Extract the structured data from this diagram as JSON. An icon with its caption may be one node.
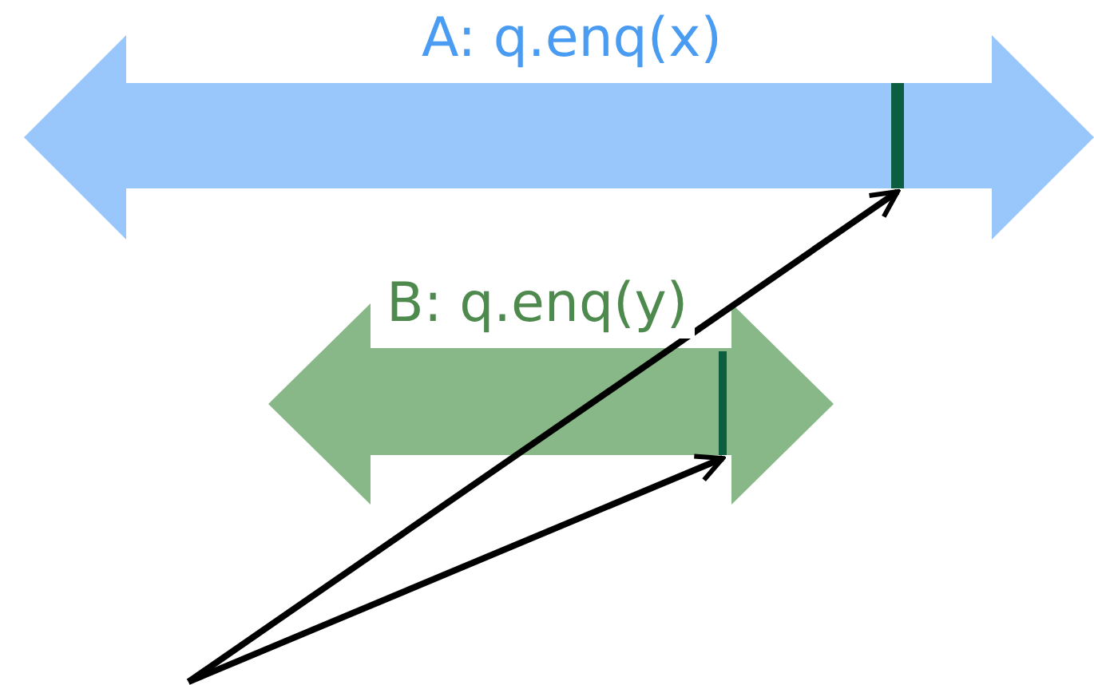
{
  "diagram": {
    "nodes": [
      {
        "text": [
          "A: q.enq(x)"
        ]
      },
      {
        "text": [
          "B: q.enq(y)"
        ]
      },
      {
        "text": [],
        "shape": "bar",
        "in": 0
      },
      {
        "text": [],
        "shape": "bar",
        "in": 1
      }
    ],
    "edges": [
      {
        "from": null,
        "to": 2,
        "arrow": "to"
      },
      {
        "from": null,
        "to": 3,
        "arrow": "to"
      }
    ]
  }
}
